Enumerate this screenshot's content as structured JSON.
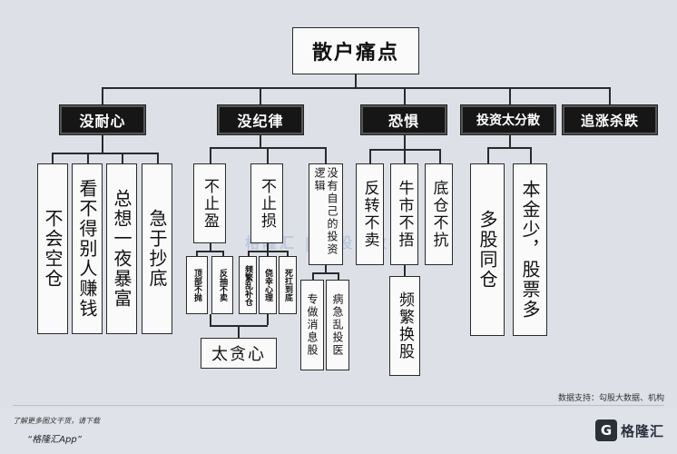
{
  "root": "散户痛点",
  "categories": [
    {
      "label": "没耐心",
      "items": [
        "不会空仓",
        "看不得别人赚钱",
        "总想一夜暴富",
        "急于抄底"
      ]
    },
    {
      "label": "没纪律",
      "items": [
        {
          "label": "不止盈",
          "subs": [
            "顶部不抛",
            "反抽不卖"
          ]
        },
        {
          "label": "不止损",
          "subs": [
            "频繁乱补仓",
            "侥幸心理",
            "死扛到底"
          ]
        },
        {
          "label": "没有自己的投资逻辑",
          "subs": [
            "专做消息股",
            "病急乱投医"
          ]
        }
      ],
      "shared_child": "太贪心"
    },
    {
      "label": "恐惧",
      "items": [
        "反转不卖",
        {
          "label": "牛市不捂",
          "subs": [
            "频繁换股"
          ]
        },
        "底仓不抗"
      ]
    },
    {
      "label": "投资太分散",
      "items": [
        "多股同仓",
        "本金少，股票多"
      ]
    },
    {
      "label": "追涨杀跌",
      "items": []
    }
  ],
  "watermark": "格隆汇 | 勾股大数据",
  "credits": "数据支持：勾股大数据、机构",
  "footer": {
    "download_hint": "了解更多图文干货，请下载",
    "app_name": "“格隆汇App”",
    "brand": "格隆汇",
    "brand_logo": "G"
  }
}
